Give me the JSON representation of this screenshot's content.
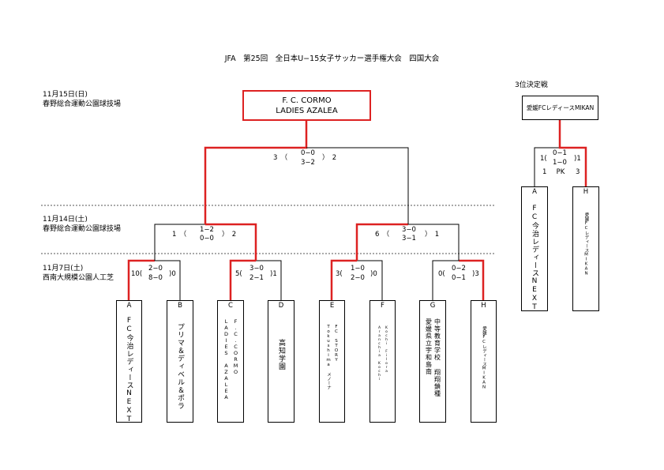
{
  "title": "JFA　第25回　全日本U−15女子サッカー選手権大会　四国大会",
  "rounds": {
    "final": {
      "date": "11月15日(日)",
      "venue": "春野総合運動公園球技場"
    },
    "semi": {
      "date": "11月14日(土)",
      "venue": "春野総合運動公園球技場"
    },
    "first": {
      "date": "11月7日(土)",
      "venue": "西南大規模公園人工芝"
    }
  },
  "champion": {
    "line1": "F. C. CORMO",
    "line2": "LADIES AZALEA"
  },
  "third_place": {
    "label": "3位決定戦",
    "winner": "愛媛FCレディースMIKAN",
    "score": {
      "left": "1(",
      "h1": "0−1",
      "h2": "1−0",
      "right": ")1",
      "pk_left": "1",
      "pk": "PK",
      "pk_right": "3"
    },
    "teams": [
      {
        "letter": "A",
        "name": "FC今治レディースNEXT"
      },
      {
        "letter": "H",
        "name": "愛媛FCレディースMIKAN"
      }
    ]
  },
  "final_score": {
    "left": "3　（",
    "h1": "0−0",
    "h2": "3−2",
    "right": "）　2"
  },
  "semi_scores": [
    {
      "left": "1　（",
      "h1": "1−2",
      "h2": "0−0",
      "right": "）　2"
    },
    {
      "left": "6　（",
      "h1": "3−0",
      "h2": "3−1",
      "right": "）　1"
    }
  ],
  "first_scores": [
    {
      "left": "10(",
      "h1": "2−0",
      "h2": "8−0",
      "right": ")0"
    },
    {
      "left": "5(",
      "h1": "3−0",
      "h2": "2−1",
      "right": ")1"
    },
    {
      "left": "3(",
      "h1": "1−0",
      "h2": "2−0",
      "right": ")0"
    },
    {
      "left": "0(",
      "h1": "0−2",
      "h2": "0−1",
      "right": ")3"
    }
  ],
  "teams": [
    {
      "letter": "A",
      "name": "FC今治レディースNEXT",
      "winner": true
    },
    {
      "letter": "B",
      "name": "プリマ＆ディベル＆ポラ",
      "winner": false
    },
    {
      "letter": "C",
      "name1": "LADIES AZALEA",
      "name2": "F.C.CORMO",
      "winner": true
    },
    {
      "letter": "D",
      "name": "高知学園",
      "winner": false
    },
    {
      "letter": "E",
      "name1": "Tokushima メノーナ",
      "name2": "FC STORY",
      "winner": true
    },
    {
      "letter": "F",
      "name1": "Aranchia Kochi",
      "name2": "Kochi Filora",
      "winner": false
    },
    {
      "letter": "G",
      "name1": "愛媛県立宇和島南",
      "name2": "中等教育学校 翔翔鎖種",
      "winner": false
    },
    {
      "letter": "H",
      "name": "愛媛FCレディースMIKAN",
      "winner": true
    }
  ],
  "colors": {
    "winner_line": "#dd2222",
    "line": "#000000",
    "separator": "#555555"
  }
}
